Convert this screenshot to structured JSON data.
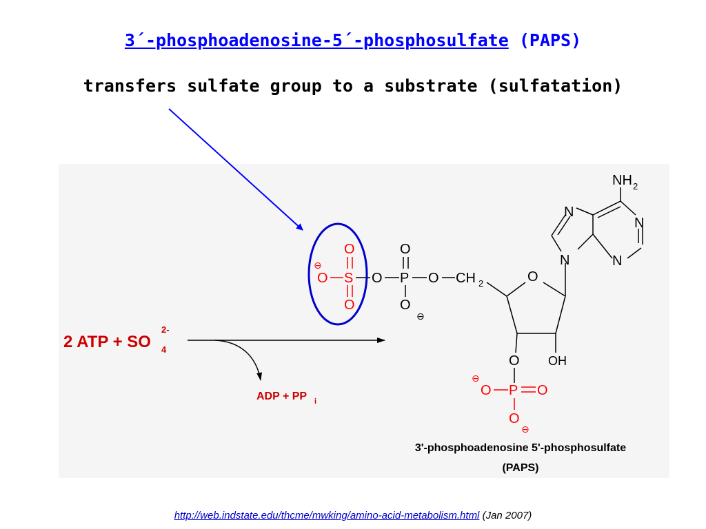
{
  "title": {
    "link_text": "3´-phosphoadenosine-5´-phosphosulfate",
    "abbr": "(PAPS)",
    "subtitle": "transfers sulfate group to a substrate (sulfatation)"
  },
  "reaction": {
    "reactants": "2 ATP + SO",
    "so4_sub": "4",
    "so4_sup": "2-",
    "byproduct": "ADP + PP",
    "byproduct_sub": "i"
  },
  "structure": {
    "nh2": "NH",
    "nh2_sub": "2",
    "n": "N",
    "o": "O",
    "s": "S",
    "p": "P",
    "ch2": "CH",
    "ch2_sub": "2",
    "oh": "OH",
    "minus": "⊖",
    "name": "3'-phosphoadenosine 5'-phosphosulfate",
    "abbr": "(PAPS)"
  },
  "colors": {
    "red": "#ff0000",
    "dark_red": "#cc0000",
    "blue": "#0000ff",
    "panel_bg": "#f5f5f5"
  },
  "footer": {
    "link": "http://web.indstate.edu/thcme/mwking/amino-acid-metabolism.html",
    "date": "(Jan 2007)"
  }
}
